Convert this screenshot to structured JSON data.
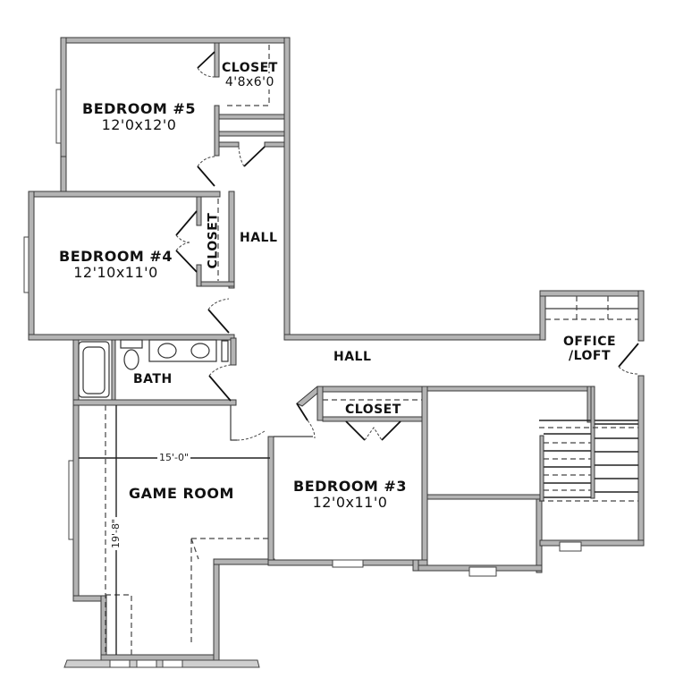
{
  "plan": {
    "rooms": [
      {
        "id": "bedroom5",
        "name": "BEDROOM #5",
        "dims": "12'0x12'0"
      },
      {
        "id": "closet5",
        "name": "CLOSET",
        "dims": "4'8x6'0"
      },
      {
        "id": "bedroom4",
        "name": "BEDROOM #4",
        "dims": "12'10x11'0"
      },
      {
        "id": "closet4",
        "name": "CLOSET"
      },
      {
        "id": "hall_upper",
        "name": "HALL"
      },
      {
        "id": "hall_lower",
        "name": "HALL"
      },
      {
        "id": "bath",
        "name": "BATH"
      },
      {
        "id": "office",
        "name": "OFFICE",
        "name2": "/LOFT"
      },
      {
        "id": "closet3",
        "name": "CLOSET"
      },
      {
        "id": "bedroom3",
        "name": "BEDROOM #3",
        "dims": "12'0x11'0"
      },
      {
        "id": "gameroom",
        "name": "GAME ROOM"
      }
    ],
    "dimensions": {
      "gameroom_width": "15'-0\"",
      "gameroom_length": "19'-8\""
    },
    "colors": {
      "wall_fill": "#b4b4b4",
      "wall_stroke": "#3a3a3a",
      "background": "#ffffff"
    }
  }
}
